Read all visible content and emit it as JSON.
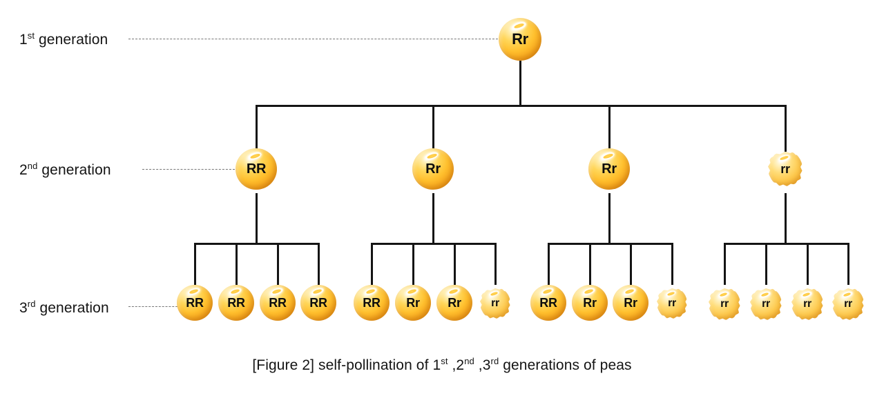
{
  "figure": {
    "caption_prefix": "[Figure 2] self-pollination of 1",
    "caption_sup1": "st",
    "caption_mid1": " ,2",
    "caption_sup2": "nd",
    "caption_mid2": " ,3",
    "caption_sup3": "rd",
    "caption_suffix": "  generations of peas",
    "caption_full": "[Figure 2] self-pollination of 1st ,2nd ,3rd  generations of peas"
  },
  "colors": {
    "pea_highlight": "#fffdf2",
    "pea_mid": "#ffd659",
    "pea_core": "#ffc02e",
    "pea_edge": "#e08a12",
    "line": "#141414",
    "leader": "#6e6e6e",
    "text": "#141414",
    "background": "#ffffff"
  },
  "row_labels": [
    {
      "ordinal": "1",
      "suffix": "st",
      "word": " generation"
    },
    {
      "ordinal": "2",
      "suffix": "nd",
      "word": " generation"
    },
    {
      "ordinal": "3",
      "suffix": "rd",
      "word": " generation"
    }
  ],
  "generations": {
    "gen1": [
      {
        "genotype": "Rr",
        "shape": "round"
      }
    ],
    "gen2": [
      {
        "genotype": "RR",
        "shape": "round"
      },
      {
        "genotype": "Rr",
        "shape": "round"
      },
      {
        "genotype": "Rr",
        "shape": "round"
      },
      {
        "genotype": "rr",
        "shape": "wrinkled"
      }
    ],
    "gen3": [
      {
        "genotype": "RR",
        "shape": "round"
      },
      {
        "genotype": "RR",
        "shape": "round"
      },
      {
        "genotype": "RR",
        "shape": "round"
      },
      {
        "genotype": "RR",
        "shape": "round"
      },
      {
        "genotype": "RR",
        "shape": "round"
      },
      {
        "genotype": "Rr",
        "shape": "round"
      },
      {
        "genotype": "Rr",
        "shape": "round"
      },
      {
        "genotype": "rr",
        "shape": "wrinkled"
      },
      {
        "genotype": "RR",
        "shape": "round"
      },
      {
        "genotype": "Rr",
        "shape": "round"
      },
      {
        "genotype": "Rr",
        "shape": "round"
      },
      {
        "genotype": "rr",
        "shape": "wrinkled"
      },
      {
        "genotype": "rr",
        "shape": "wrinkled"
      },
      {
        "genotype": "rr",
        "shape": "wrinkled"
      },
      {
        "genotype": "rr",
        "shape": "wrinkled"
      },
      {
        "genotype": "rr",
        "shape": "wrinkled"
      }
    ]
  },
  "chart_data": {
    "type": "diagram",
    "title": "[Figure 2] self-pollination of 1st ,2nd ,3rd  generations of peas",
    "levels": [
      "1st generation",
      "2nd generation",
      "3rd generation"
    ],
    "nodes": {
      "gen1": [
        "Rr"
      ],
      "gen2": [
        "RR",
        "Rr",
        "Rr",
        "rr"
      ],
      "gen3": [
        [
          "RR",
          "RR",
          "RR",
          "RR"
        ],
        [
          "RR",
          "Rr",
          "Rr",
          "rr"
        ],
        [
          "RR",
          "Rr",
          "Rr",
          "rr"
        ],
        [
          "rr",
          "rr",
          "rr",
          "rr"
        ]
      ]
    },
    "phenotype_shape": {
      "RR": "round",
      "Rr": "round",
      "rr": "wrinkled"
    },
    "edges": "each gen1 node branches to 4 gen2 nodes; each gen2 node branches to 4 gen3 nodes"
  }
}
